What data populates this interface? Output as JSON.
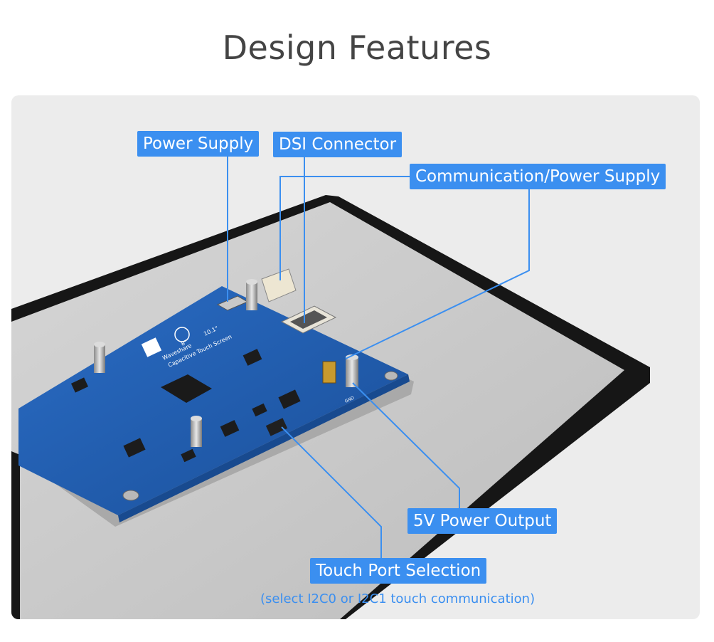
{
  "page": {
    "title": "Design Features"
  },
  "callouts": {
    "power_supply": "Power Supply",
    "dsi_connector": "DSI Connector",
    "comm_power": "Communication/Power Supply",
    "power_output": "5V Power Output",
    "touch_port": "Touch Port Selection",
    "touch_port_note": "(select I2C0 or I2C1 touch communication)"
  },
  "board": {
    "brand": "Waveshare",
    "size_8": "8\"",
    "size_10": "10.1\"",
    "model": "Capacitive Touch Screen",
    "gnd": "GND"
  },
  "colors": {
    "accent": "#3b8ff0",
    "pcb": "#1f5fb0",
    "display_glass": "#c9c9c9",
    "bezel": "#151515"
  }
}
